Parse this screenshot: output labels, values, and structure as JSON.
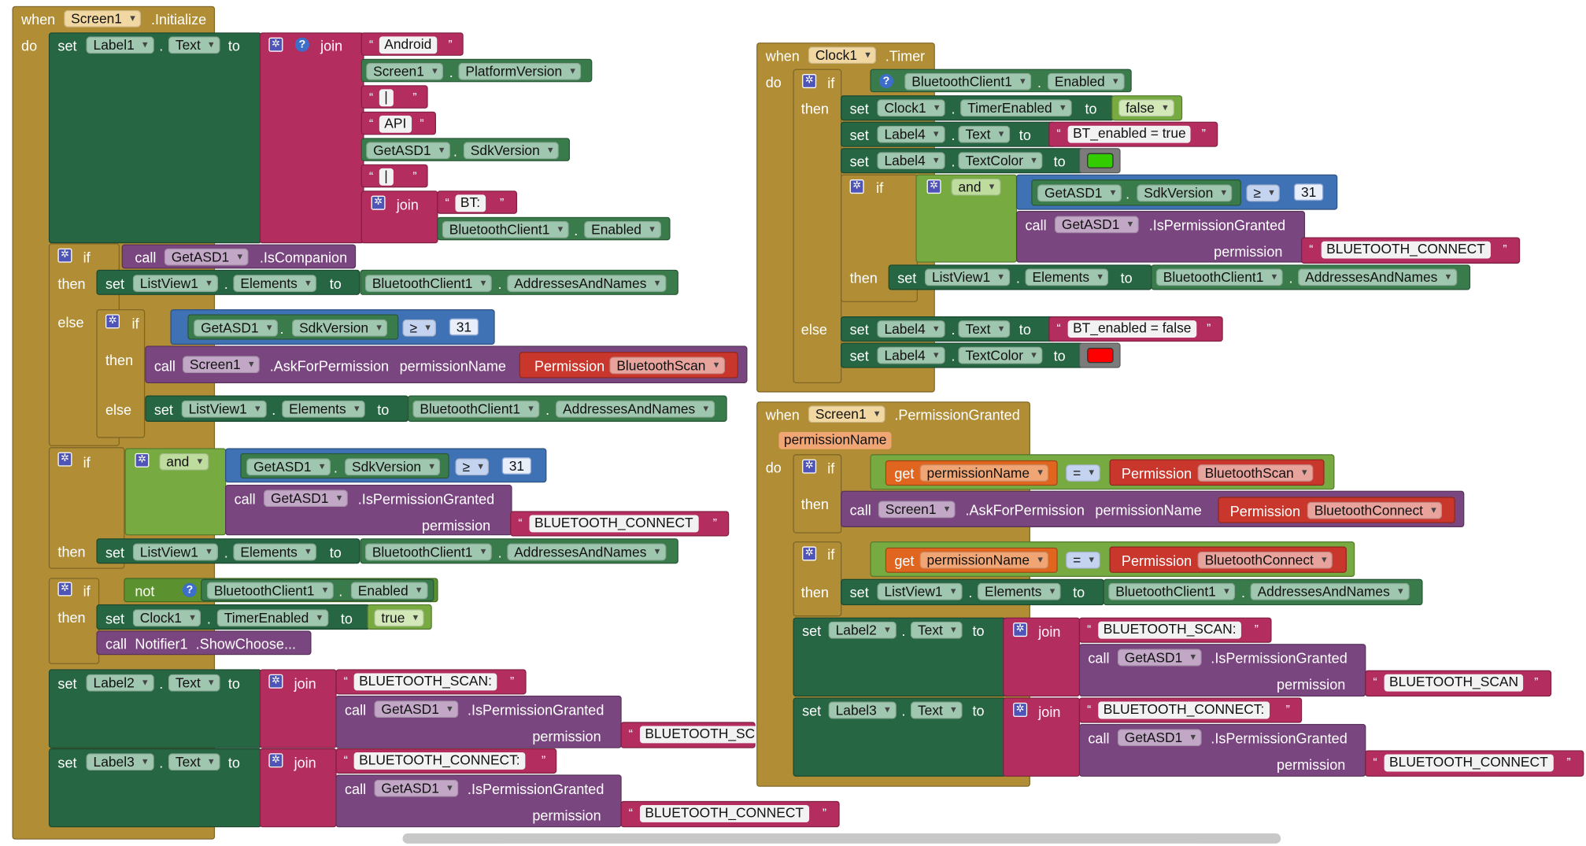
{
  "kw": {
    "when": "when",
    "do": "do",
    "set": "set",
    "to": "to",
    "join": "join",
    "if": "if",
    "then": "then",
    "else": "else",
    "call": "call",
    "and": "and",
    "not": "not",
    "get": "get",
    "permission": "permission",
    "permissionName": "permissionName",
    "dot": ".",
    "open_quote": "“",
    "close_quote": "”",
    "geq": "≥",
    "eq": "="
  },
  "components": {
    "screen1": "Screen1",
    "label1": "Label1",
    "label2": "Label2",
    "label3": "Label3",
    "label4": "Label4",
    "getasd1": "GetASD1",
    "bluetoothclient1": "BluetoothClient1",
    "listview1": "ListView1",
    "clock1": "Clock1",
    "notifier1": "Notifier1"
  },
  "props": {
    "text": "Text",
    "platformversion": "PlatformVersion",
    "sdkversion": "SdkVersion",
    "enabled": "Enabled",
    "elements": "Elements",
    "addressesandnames": "AddressesAndNames",
    "timerenabled": "TimerEnabled",
    "textcolor": "TextColor"
  },
  "events": {
    "initialize": ".Initialize",
    "timer": ".Timer",
    "permissiongranted": ".PermissionGranted"
  },
  "methods": {
    "iscompanion": ".IsCompanion",
    "askforpermission": ".AskForPermission",
    "ispermissiongranted": ".IsPermissionGranted",
    "showchoose": ".ShowChoose..."
  },
  "strings": {
    "android": "Android",
    "pipe": "|",
    "api": "API",
    "bt": "BT:",
    "bluetooth_connect": "BLUETOOTH_CONNECT",
    "bluetooth_sc_cut": "BLUETOOTH_SC",
    "bluetooth_scan_label": "BLUETOOTH_SCAN:",
    "bluetooth_connect_label": "BLUETOOTH_CONNECT:",
    "bluetooth_scan": "BLUETOOTH_SCAN",
    "bt_enabled_true": "BT_enabled = true",
    "bt_enabled_false": "BT_enabled = false"
  },
  "values": {
    "sdk_min": "31",
    "false": "false",
    "true": "true"
  },
  "permissions": {
    "permission": "Permission",
    "bluetoothscan": "BluetoothScan",
    "bluetoothconnect": "BluetoothConnect"
  },
  "colors": {
    "green_swatch": "#33cc00",
    "red_swatch": "#ff0000"
  }
}
